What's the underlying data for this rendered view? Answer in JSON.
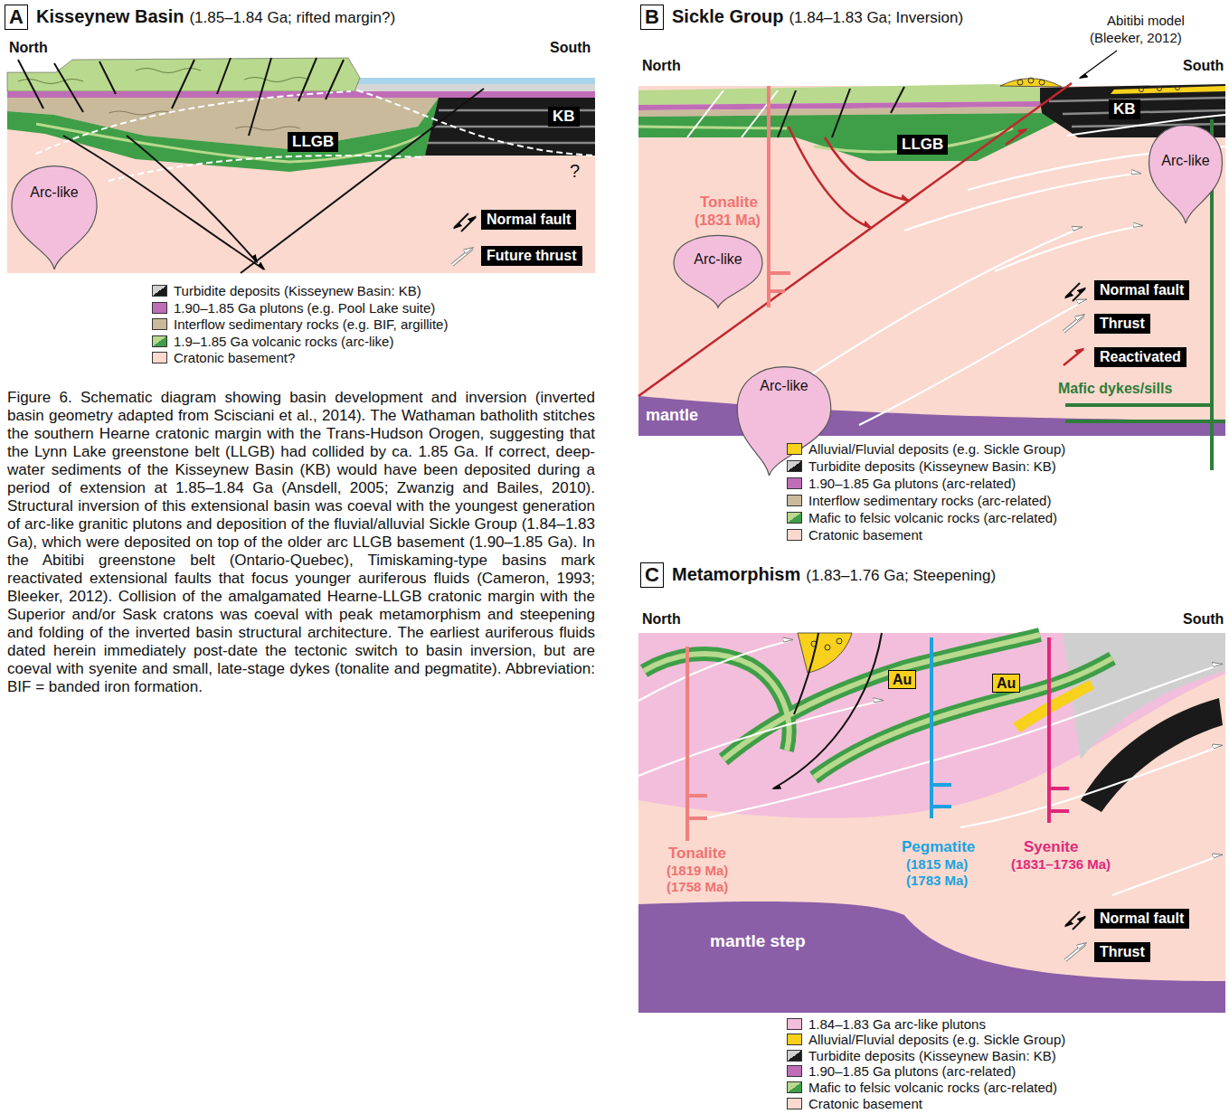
{
  "diagram": {
    "caption": "Figure 6. Schematic diagram showing basin development and inversion (inverted basin geometry adapted from Scisciani et al., 2014). The Wathaman batholith stitches the southern Hearne cratonic margin with the Trans-Hudson Orogen, suggesting that the Lynn Lake greenstone belt (LLGB) had collided by ca. 1.85 Ga. If correct, deep-water sediments of the Kisseynew Basin (KB) would have been deposited during a period of extension at 1.85–1.84 Ga (Ansdell, 2005; Zwanzig and Bailes, 2010). Structural inversion of this extensional basin was coeval with the youngest generation of arc-like granitic plutons and deposition of the fluvial/alluvial Sickle Group (1.84–1.83 Ga), which were deposited on top of the older arc LLGB basement (1.90–1.85 Ga). In the Abitibi greenstone belt (Ontario-Quebec), Timiskaming-type basins mark reactivated extensional faults that focus younger auriferous fluids (Cameron, 1993; Bleeker, 2012). Collision of the amalgamated Hearne-LLGB cratonic margin with the Superior and/or Sask cratons was coeval with peak metamorphism and steepening and folding of the inverted basin structural architecture. The earliest auriferous fluids dated herein immediately post-date the tectonic switch to basin inversion, but are coeval with syenite and small, late-stage dykes (tonalite and pegmatite). Abbreviation: BIF = banded iron formation.",
    "nodes": [
      {
        "text": [
          "A",
          "Kisseynew Basin",
          "(1.85–1.84 Ga; rifted margin?)"
        ]
      },
      {
        "text": [
          "KB"
        ]
      },
      {
        "text": [
          "LLGB"
        ]
      },
      {
        "text": [
          "Arc-like"
        ]
      },
      {
        "text": [
          "B",
          "Sickle Group",
          "(1.84–1.83 Ga; Inversion)"
        ]
      },
      {
        "text": [
          "KB"
        ]
      },
      {
        "text": [
          "LLGB"
        ]
      },
      {
        "text": [
          "Arc-like"
        ]
      },
      {
        "text": [
          "Arc-like"
        ]
      },
      {
        "text": [
          "Arc-like"
        ]
      },
      {
        "text": [
          "C",
          "Metamorphism",
          "(1.83–1.76 Ga; Steepening)"
        ]
      },
      {
        "text": [
          "Au"
        ]
      },
      {
        "text": [
          "Au"
        ]
      }
    ],
    "labels": [
      "North",
      "South",
      "?",
      "Abitibi model",
      "(Bleeker, 2012)",
      "North",
      "South",
      "Tonalite",
      "(1831 Ma)",
      "mantle",
      "North",
      "South",
      "Tonalite",
      "(1819 Ma)",
      "(1758 Ma)",
      "Pegmatite",
      "(1815 Ma)",
      "(1783 Ma)",
      "Syenite",
      "(1831–1736 Ma)",
      "mantle step"
    ],
    "legend": [
      {
        "text": "Normal fault"
      },
      {
        "text": "Future thrust"
      },
      {
        "text": "Turbidite deposits (Kisseynew Basin: KB)",
        "color": "#1a1a1a"
      },
      {
        "text": "1.90–1.85 Ga plutons (e.g. Pool Lake suite)",
        "color": "#c06db8"
      },
      {
        "text": "Interflow sedimentary rocks (e.g. BIF, argillite)",
        "color": "#c9ba9b"
      },
      {
        "text": "1.9–1.85 Ga volcanic rocks (arc-like)",
        "color": "#3f9e48"
      },
      {
        "text": "Cratonic basement?",
        "color": "#fbd9cf"
      },
      {
        "text": "Normal fault"
      },
      {
        "text": "Thrust"
      },
      {
        "text": "Reactivated"
      },
      {
        "text": "Mafic dykes/sills"
      },
      {
        "text": "Alluvial/Fluvial deposits (e.g. Sickle Group)",
        "color": "#f7d11c"
      },
      {
        "text": "Turbidite deposits (Kisseynew Basin: KB)",
        "color": "#1a1a1a"
      },
      {
        "text": "1.90–1.85 Ga plutons (arc-related)",
        "color": "#c06db8"
      },
      {
        "text": "Interflow sedimentary rocks (arc-related)",
        "color": "#c9ba9b"
      },
      {
        "text": "Mafic to felsic volcanic rocks (arc-related)",
        "color": "#3f9e48"
      },
      {
        "text": "Cratonic basement",
        "color": "#fbd9cf"
      },
      {
        "text": "Normal fault"
      },
      {
        "text": "Thrust"
      },
      {
        "text": "1.84–1.83 Ga arc-like plutons",
        "color": "#f3bedb"
      },
      {
        "text": "Alluvial/Fluvial deposits (e.g. Sickle Group)",
        "color": "#f7d11c"
      },
      {
        "text": "Turbidite deposits (Kisseynew Basin: KB)",
        "color": "#1a1a1a"
      },
      {
        "text": "1.90–1.85 Ga plutons (arc-related)",
        "color": "#c06db8"
      },
      {
        "text": "Mafic to felsic volcanic rocks (arc-related)",
        "color": "#3f9e48"
      },
      {
        "text": "Cratonic basement",
        "color": "#fbd9cf"
      }
    ]
  }
}
